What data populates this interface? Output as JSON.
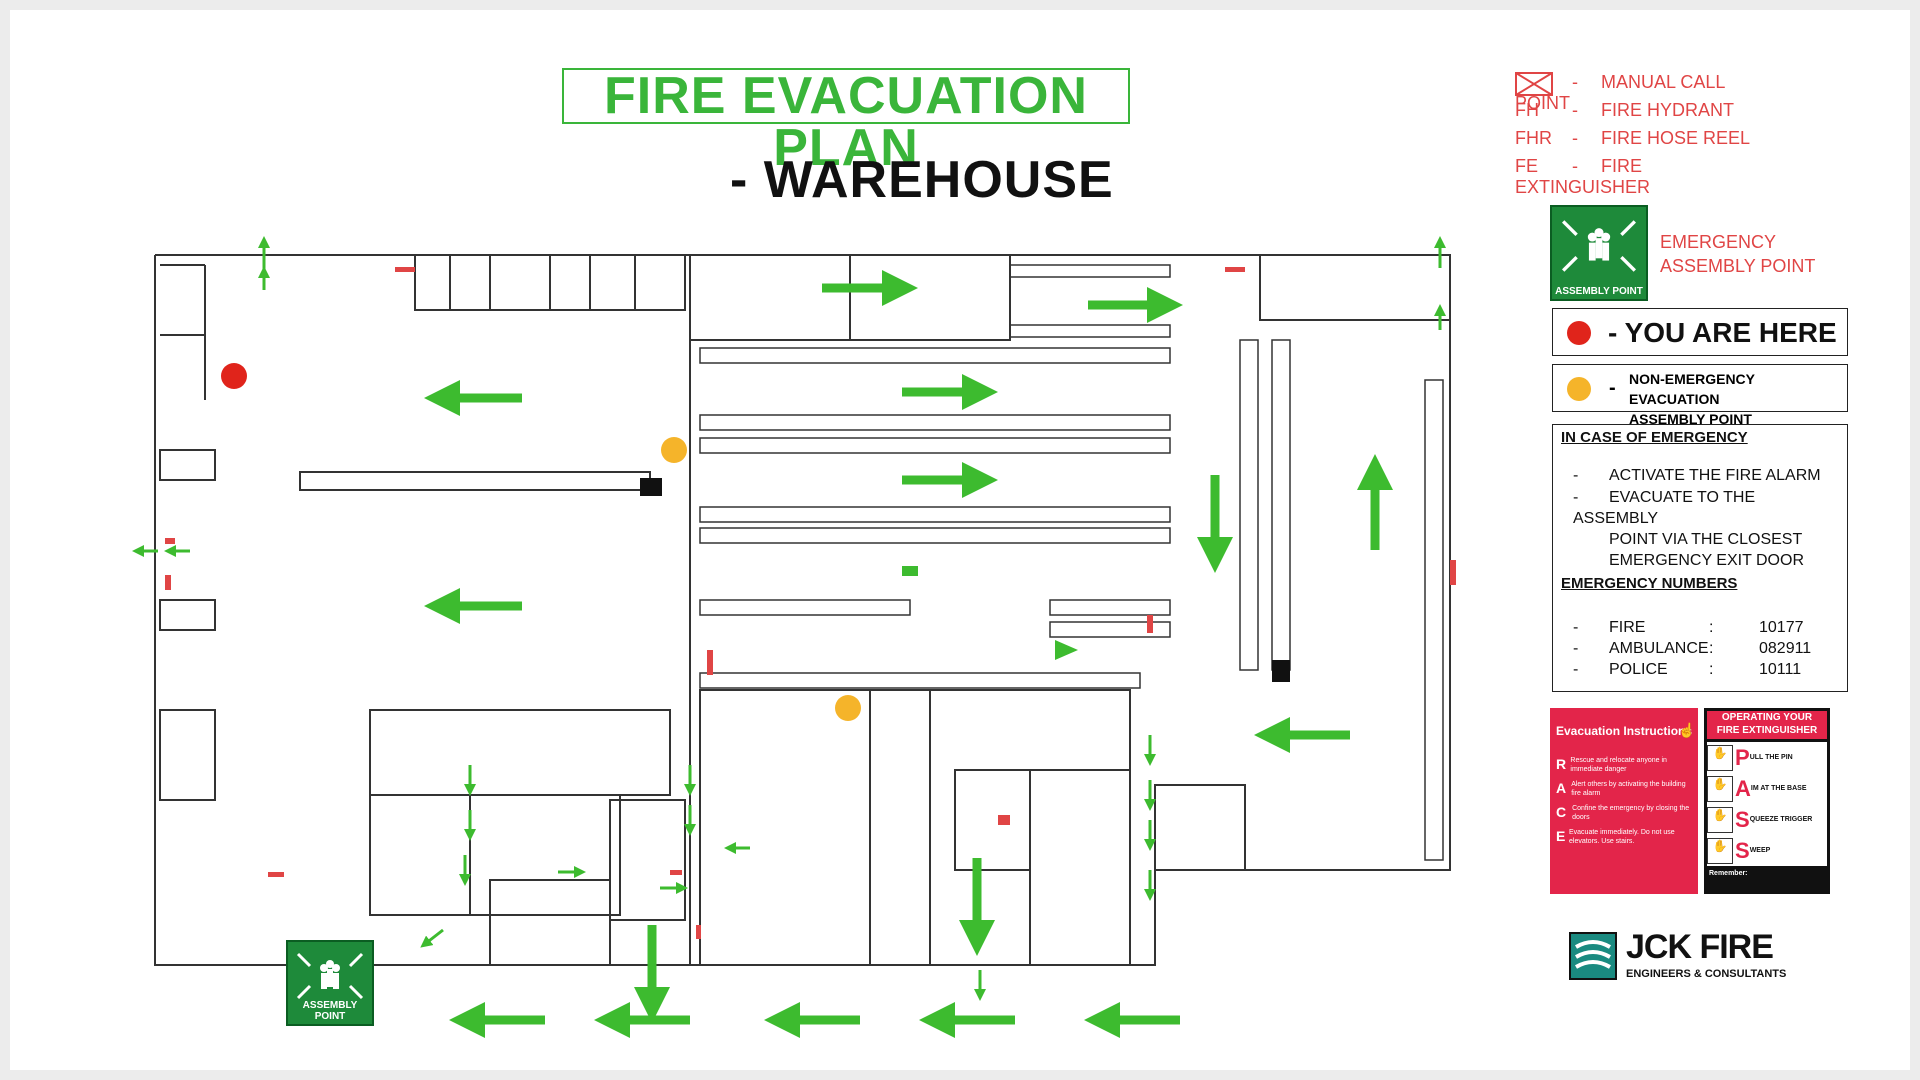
{
  "title": "FIRE EVACUATION PLAN",
  "subtitle": "- WAREHOUSE",
  "legend": {
    "items": [
      {
        "symbol": "",
        "dash": "-",
        "label": "MANUAL CALL POINT",
        "icon": "manual-call-point-icon"
      },
      {
        "symbol": "FH",
        "dash": "-",
        "label": "FIRE HYDRANT"
      },
      {
        "symbol": "FHR",
        "dash": "-",
        "label": "FIRE HOSE REEL"
      },
      {
        "symbol": "FE",
        "dash": "-",
        "label": "FIRE EXTINGUISHER"
      }
    ],
    "assembly_label_line1": "EMERGENCY",
    "assembly_label_line2": "ASSEMBLY POINT",
    "assembly_sign_caption": "ASSEMBLY POINT",
    "you_are_here": "- YOU ARE HERE",
    "non_emergency_dash": "-",
    "non_emergency_line1": "NON-EMERGENCY EVACUATION",
    "non_emergency_line2": "ASSEMBLY POINT"
  },
  "emergency": {
    "heading": "IN CASE OF EMERGENCY",
    "steps": [
      {
        "dash": "-",
        "lines": [
          "ACTIVATE THE FIRE ALARM"
        ]
      },
      {
        "dash": "-",
        "lines": [
          "EVACUATE TO THE ASSEMBLY",
          "POINT VIA THE CLOSEST",
          "EMERGENCY EXIT DOOR"
        ]
      }
    ],
    "numbers_heading": "EMERGENCY NUMBERS",
    "numbers": [
      {
        "dash": "-",
        "name": "FIRE",
        "sep": ":",
        "number": "10177"
      },
      {
        "dash": "-",
        "name": "AMBULANCE",
        "sep": ":",
        "number": "082911"
      },
      {
        "dash": "-",
        "name": "POLICE",
        "sep": ":",
        "number": "10111"
      }
    ]
  },
  "race_card": {
    "title": "Evacuation Instructions",
    "items": [
      {
        "letter": "R",
        "text": "Rescue and relocate anyone in immediate danger"
      },
      {
        "letter": "A",
        "text": "Alert others by activating the building fire alarm"
      },
      {
        "letter": "C",
        "text": "Confine the emergency by closing the doors"
      },
      {
        "letter": "E",
        "text": "Evacuate immediately. Do not use elevators. Use stairs."
      }
    ]
  },
  "pass_card": {
    "title_line1": "OPERATING YOUR",
    "title_line2": "FIRE EXTINGUISHER",
    "items": [
      {
        "letter": "P",
        "text": "ULL THE PIN"
      },
      {
        "letter": "A",
        "text": "IM AT THE BASE"
      },
      {
        "letter": "S",
        "text": "QUEEZE TRIGGER"
      },
      {
        "letter": "S",
        "text": "WEEP"
      }
    ],
    "footer": "Remember:"
  },
  "brand": {
    "name": "JCK FIRE",
    "tagline": "ENGINEERS & CONSULTANTS"
  },
  "map": {
    "assembly_sign_caption": "ASSEMBLY POINT"
  },
  "colors": {
    "arrow_green": "#3dbb2f",
    "you_are_here_red": "#e0241b",
    "non_emergency_orange": "#f5b42a",
    "sign_green": "#1e8a3a",
    "legend_red": "#e04545",
    "title_green": "#3ab53a"
  }
}
